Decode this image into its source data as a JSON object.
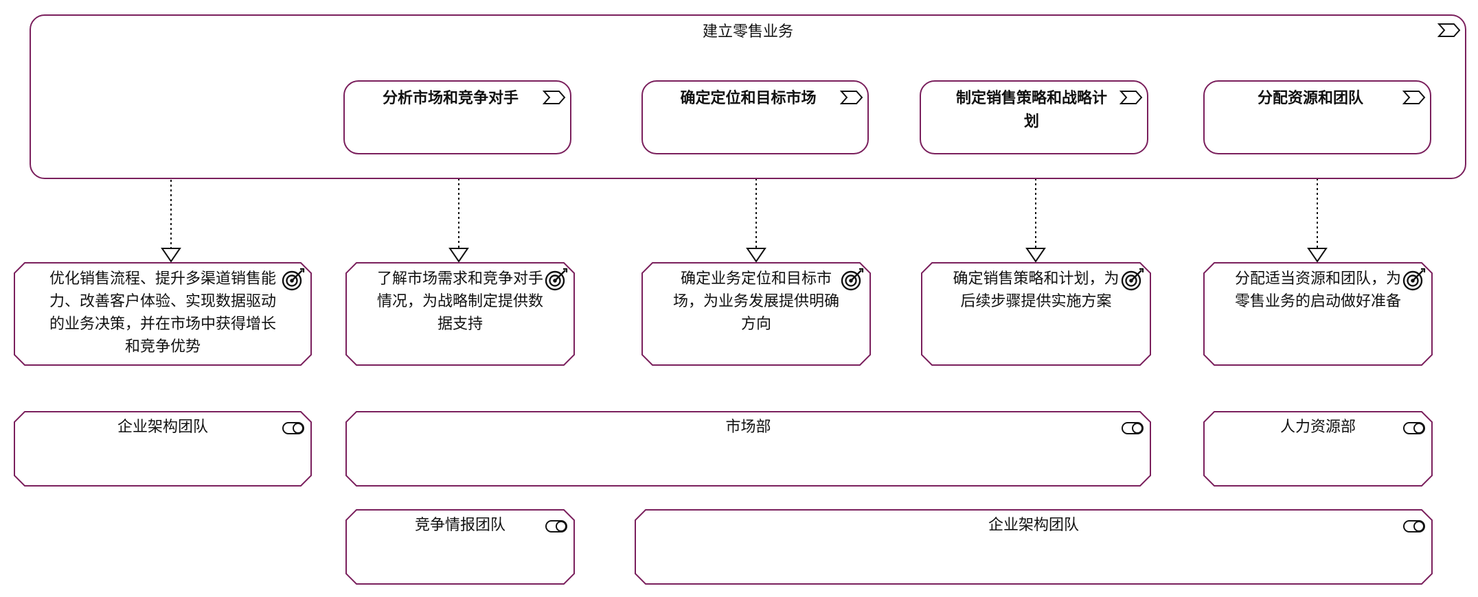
{
  "colors": {
    "border": "#7a1f5c",
    "line": "#111111",
    "background": "#ffffff"
  },
  "capability": {
    "title": "建立零售业务",
    "icon": "value-stream-chevron-icon"
  },
  "steps": [
    {
      "title": "分析市场和竞争对手",
      "icon": "value-stream-chevron-icon"
    },
    {
      "title": "确定定位和目标市场",
      "icon": "value-stream-chevron-icon"
    },
    {
      "title": "制定销售策略和战略计划",
      "icon": "value-stream-chevron-icon"
    },
    {
      "title": "分配资源和团队",
      "icon": "value-stream-chevron-icon"
    }
  ],
  "goals": [
    {
      "text": "优化销售流程、提升多渠道销售能力、改善客户体验、实现数据驱动的业务决策，并在市场中获得增长和竞争优势",
      "icon": "target-goal-icon"
    },
    {
      "text": "了解市场需求和竞争对手情况，为战略制定提供数据支持",
      "icon": "target-goal-icon"
    },
    {
      "text": "确定业务定位和目标市场，为业务发展提供明确方向",
      "icon": "target-goal-icon"
    },
    {
      "text": "确定销售策略和计划，为后续步骤提供实施方案",
      "icon": "target-goal-icon"
    },
    {
      "text": "分配适当资源和团队，为零售业务的启动做好准备",
      "icon": "target-goal-icon"
    }
  ],
  "actors": [
    {
      "title": "企业架构团队",
      "icon": "role-toggle-icon"
    },
    {
      "title": "市场部",
      "icon": "role-toggle-icon"
    },
    {
      "title": "人力资源部",
      "icon": "role-toggle-icon"
    },
    {
      "title": "竞争情报团队",
      "icon": "role-toggle-icon"
    },
    {
      "title": "企业架构团队",
      "icon": "role-toggle-icon"
    }
  ]
}
